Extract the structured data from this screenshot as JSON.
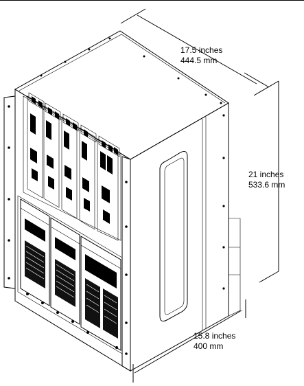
{
  "dimensions": {
    "width": {
      "imperial": "17.5 inches",
      "metric": "444.5 mm"
    },
    "height": {
      "imperial": "21 inches",
      "metric": "533.6 mm"
    },
    "depth": {
      "imperial": "15.8 inches",
      "metric": "400 mm"
    }
  }
}
